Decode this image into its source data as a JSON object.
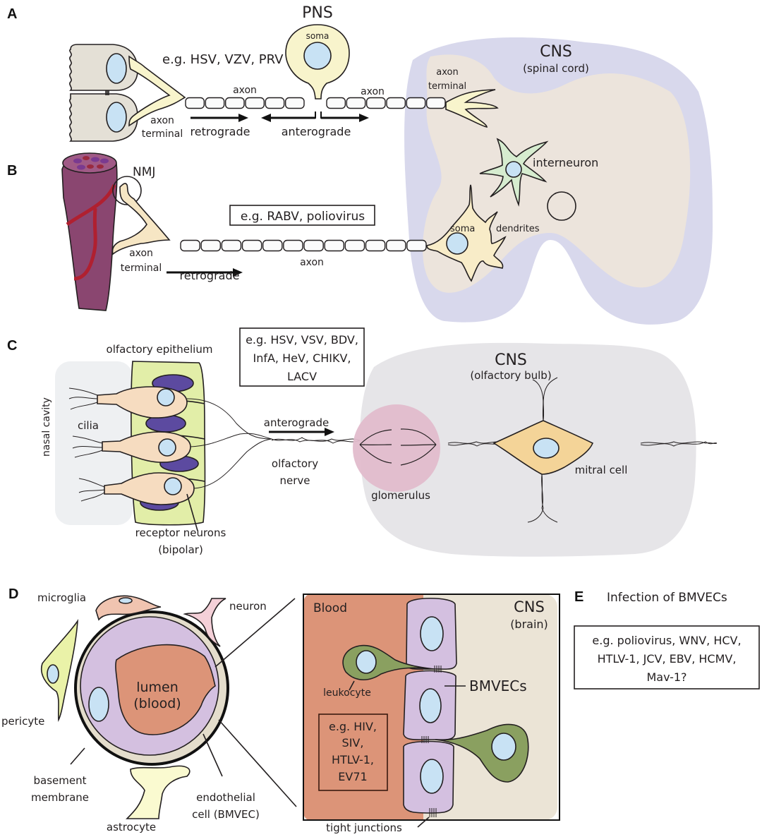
{
  "panels": {
    "A": {
      "letter": "A",
      "pns_title": "PNS",
      "soma": "soma",
      "examples": "e.g. HSV, VZV, PRV",
      "axon_left": "axon",
      "axon_right": "axon",
      "axon_terminal_line1": "axon",
      "axon_terminal_line2": "terminal",
      "retrograde": "retrograde",
      "anterograde": "anterograde",
      "cns_title": "CNS",
      "cns_subtitle": "(spinal cord)",
      "cns_axon_terminal_line1": "axon",
      "cns_axon_terminal_line2": "terminal"
    },
    "B": {
      "letter": "B",
      "nmj": "NMJ",
      "examples": "e.g. RABV, poliovirus",
      "axon_terminal_line1": "axon",
      "axon_terminal_line2": "terminal",
      "retrograde": "retrograde",
      "axon": "axon",
      "interneuron": "interneuron",
      "soma": "soma",
      "dendrites": "dendrites"
    },
    "C": {
      "letter": "C",
      "olfactory_epithelium": "olfactory epithelium",
      "examples_line1": "e.g. HSV, VSV, BDV,",
      "examples_line2": "InfA, HeV, CHIKV,",
      "examples_line3": "LACV",
      "nasal_cavity": "nasal cavity",
      "cilia": "cilia",
      "anterograde": "anterograde",
      "olfactory_nerve_line1": "olfactory",
      "olfactory_nerve_line2": "nerve",
      "receptor_line1": "receptor neurons",
      "receptor_line2": "(bipolar)",
      "cns_title": "CNS",
      "cns_subtitle": "(olfactory bulb)",
      "glomerulus": "glomerulus",
      "mitral_cell": "mitral cell"
    },
    "D": {
      "letter": "D",
      "microglia": "microglia",
      "neuron": "neuron",
      "pericyte": "pericyte",
      "lumen_line1": "lumen",
      "lumen_line2": "(blood)",
      "basement_line1": "basement",
      "basement_line2": "membrane",
      "astrocyte": "astrocyte",
      "endothelial_line1": "endothelial",
      "endothelial_line2": "cell (BMVEC)",
      "blood": "Blood",
      "cns_title": "CNS",
      "cns_subtitle": "(brain)",
      "leukocyte": "leukocyte",
      "bmvecs": "BMVECs",
      "examples_line1": "e.g. HIV,",
      "examples_line2": "SIV,",
      "examples_line3": "HTLV-1,",
      "examples_line4": "EV71",
      "tight_junctions": "tight junctions"
    },
    "E": {
      "letter": "E",
      "title": "Infection of BMVECs",
      "examples_line1": "e.g. poliovirus, WNV, HCV,",
      "examples_line2": "HTLV-1, JCV, EBV, HCMV,",
      "examples_line3": "Mav-1?"
    }
  },
  "colors": {
    "cns_spinal": "#d8d8ec",
    "grey_matter": "#ece4dc",
    "neuron_yellow": "#f8f4cc",
    "nucleus": "#c8e2f4",
    "epithelial": "#e4e0d6",
    "muscle": "#8a4670",
    "blood_vessel_red": "#b02030",
    "interneuron_green": "#d6eccf",
    "nasal_bg": "#eef0f2",
    "olfactory_green": "#e2eea8",
    "sustentacular_purple": "#5c4aa0",
    "receptor_peach": "#f6dcc0",
    "olfactory_cns": "#e6e5e8",
    "glomerulus_pink": "#e2bccc",
    "mitral_orange": "#f4d498",
    "lumen": "#dc9478",
    "endothelial_purple": "#d4c0e0",
    "basement_beige": "#e4ddcc",
    "microglia": "#f0c4b0",
    "pericyte": "#eaf2a8",
    "neuron_pink": "#f4d0d8",
    "astrocyte": "#fafad0",
    "blood_bg": "#dc9478",
    "brain_bg": "#ebe4d6",
    "leukocyte_green": "#8aa060"
  }
}
